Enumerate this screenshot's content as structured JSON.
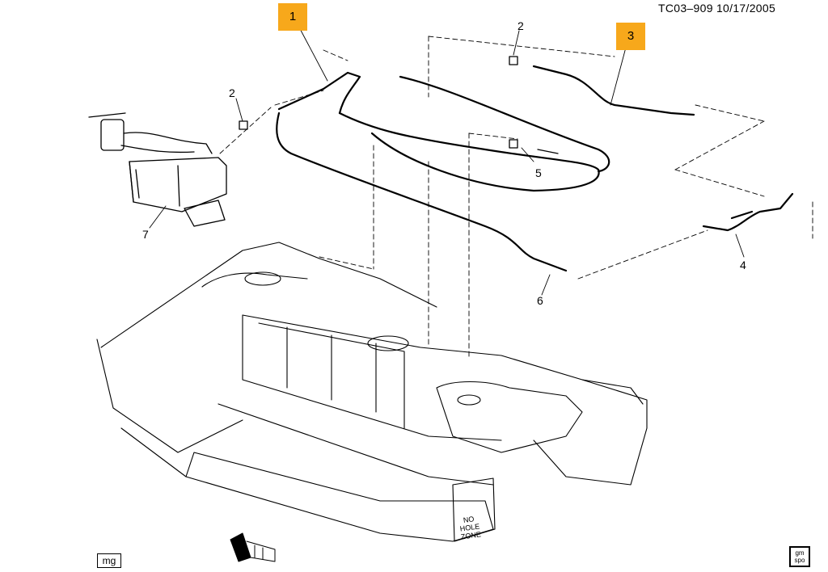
{
  "header": {
    "reference": "TC03–909  10/17/2005"
  },
  "callouts": {
    "c1": "1",
    "c2a": "2",
    "c2b": "2",
    "c3": "3",
    "c4": "4",
    "c5": "5",
    "c6": "6",
    "c7": "7"
  },
  "highlight_color": "#f7a81b",
  "frame_label": {
    "line1": "NO",
    "line2": "HOLE",
    "line3": "ZONE"
  },
  "footer": {
    "left_badge": "mg",
    "right_badge_top": "gm",
    "right_badge_bottom": "spo"
  }
}
